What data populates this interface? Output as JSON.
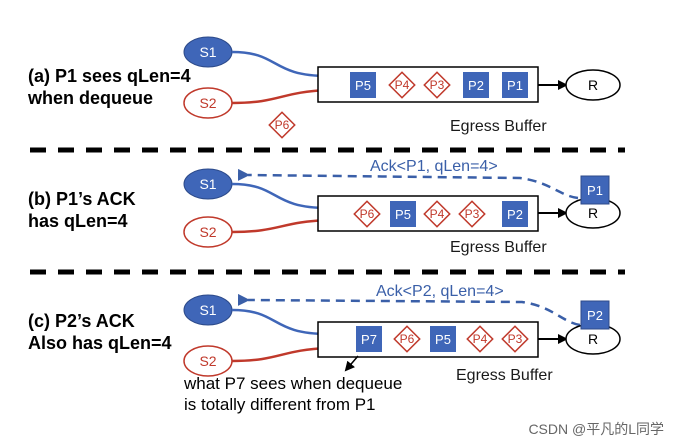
{
  "colors": {
    "blue": "#3f66b8",
    "red": "#c0392b",
    "ack_blue": "#3a5fa8",
    "black": "#000000"
  },
  "panel_a": {
    "label_line1": "(a) P1 sees qLen=4",
    "label_line2": "when dequeue",
    "s1": "S1",
    "s2": "S2",
    "r": "R",
    "buffer": [
      "P5",
      "P4",
      "P3",
      "P2",
      "P1"
    ],
    "waiting": "P6",
    "buffer_label": "Egress Buffer"
  },
  "panel_b": {
    "label_line1": "(b) P1’s ACK",
    "label_line2": "has qLen=4",
    "s1": "S1",
    "s2": "S2",
    "r": "R",
    "buffer": [
      "P6",
      "P5",
      "P4",
      "P3",
      "P2"
    ],
    "ack_packet": "P1",
    "ack_text": "Ack<P1, qLen=4>",
    "buffer_label": "Egress Buffer"
  },
  "panel_c": {
    "label_line1": "(c) P2’s ACK",
    "label_line2": "Also has qLen=4",
    "s1": "S1",
    "s2": "S2",
    "r": "R",
    "buffer": [
      "P7",
      "P6",
      "P5",
      "P4",
      "P3"
    ],
    "ack_packet": "P2",
    "ack_text": "Ack<P2, qLen=4>",
    "buffer_label": "Egress Buffer",
    "note_line1": "what P7 sees when dequeue",
    "note_line2": "is totally different from P1"
  },
  "watermark": "CSDN @平凡的L同学"
}
